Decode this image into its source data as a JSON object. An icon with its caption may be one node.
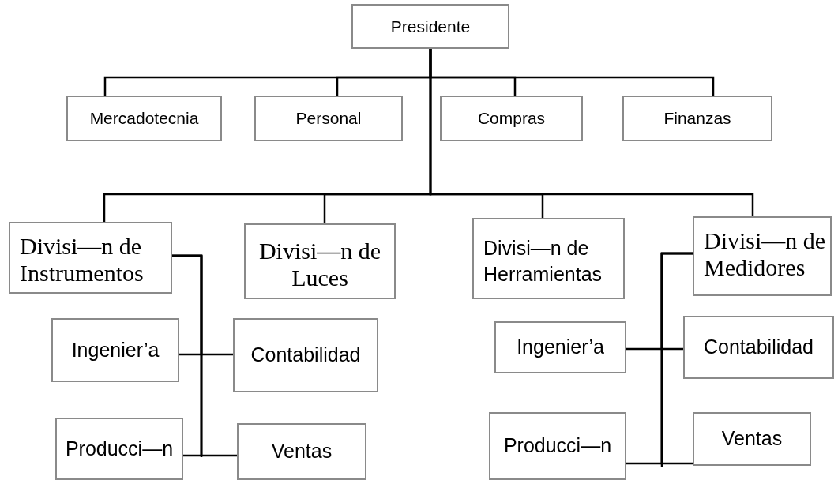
{
  "diagram": {
    "nodes": [
      {
        "text": [
          "Presidente"
        ]
      },
      {
        "text": [
          "Mercadotecnia"
        ]
      },
      {
        "text": [
          "Personal"
        ]
      },
      {
        "text": [
          "Compras"
        ]
      },
      {
        "text": [
          "Finanzas"
        ]
      },
      {
        "text": [
          "Divisi—n de Instrumentos"
        ]
      },
      {
        "text": [
          "Divisi—n de Luces"
        ]
      },
      {
        "text": [
          "Divisi—n de Herramientas"
        ]
      },
      {
        "text": [
          "Divisi—n de Medidores"
        ]
      },
      {
        "text": [
          "Ingenier’a"
        ]
      },
      {
        "text": [
          "Contabilidad"
        ]
      },
      {
        "text": [
          "Producci—n"
        ]
      },
      {
        "text": [
          "Ventas"
        ]
      },
      {
        "text": [
          "Ingenier’a"
        ]
      },
      {
        "text": [
          "Contabilidad"
        ]
      },
      {
        "text": [
          "Producci—n"
        ]
      },
      {
        "text": [
          "Ventas"
        ]
      }
    ],
    "edges": [
      {
        "from": 0,
        "to": 1,
        "arrow": "none"
      },
      {
        "from": 0,
        "to": 2,
        "arrow": "none"
      },
      {
        "from": 0,
        "to": 3,
        "arrow": "none"
      },
      {
        "from": 0,
        "to": 4,
        "arrow": "none"
      },
      {
        "from": 0,
        "to": 5,
        "arrow": "none"
      },
      {
        "from": 0,
        "to": 6,
        "arrow": "none"
      },
      {
        "from": 0,
        "to": 7,
        "arrow": "none"
      },
      {
        "from": 0,
        "to": 8,
        "arrow": "none"
      },
      {
        "from": 5,
        "to": 9,
        "arrow": "none"
      },
      {
        "from": 5,
        "to": 10,
        "arrow": "none"
      },
      {
        "from": 5,
        "to": 11,
        "arrow": "none"
      },
      {
        "from": 5,
        "to": 12,
        "arrow": "none"
      },
      {
        "from": 8,
        "to": 13,
        "arrow": "none"
      },
      {
        "from": 8,
        "to": 14,
        "arrow": "none"
      },
      {
        "from": 8,
        "to": 15,
        "arrow": "none"
      },
      {
        "from": 8,
        "to": 16,
        "arrow": "none"
      }
    ]
  }
}
